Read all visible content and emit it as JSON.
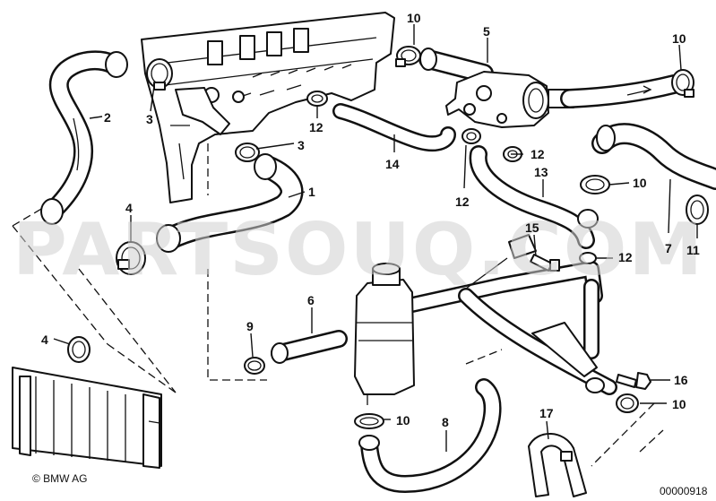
{
  "watermark": "PARTSOUQ.COM",
  "copyright": "© BMW AG",
  "diagram_number": "00000918",
  "callouts": [
    {
      "id": "c-10-top",
      "label": "10"
    },
    {
      "id": "c-5",
      "label": "5"
    },
    {
      "id": "c-10-right-top",
      "label": "10"
    },
    {
      "id": "c-2",
      "label": "2"
    },
    {
      "id": "c-3-upper",
      "label": "3"
    },
    {
      "id": "c-3-lower",
      "label": "3"
    },
    {
      "id": "c-12-a",
      "label": "12"
    },
    {
      "id": "c-14",
      "label": "14"
    },
    {
      "id": "c-12-b",
      "label": "12"
    },
    {
      "id": "c-13",
      "label": "13"
    },
    {
      "id": "c-12-c",
      "label": "12"
    },
    {
      "id": "c-10-mid",
      "label": "10"
    },
    {
      "id": "c-1",
      "label": "1"
    },
    {
      "id": "c-4-upper",
      "label": "4"
    },
    {
      "id": "c-15",
      "label": "15"
    },
    {
      "id": "c-12-d",
      "label": "12"
    },
    {
      "id": "c-7",
      "label": "7"
    },
    {
      "id": "c-11",
      "label": "11"
    },
    {
      "id": "c-6",
      "label": "6"
    },
    {
      "id": "c-9",
      "label": "9"
    },
    {
      "id": "c-4-lower",
      "label": "4"
    },
    {
      "id": "c-16",
      "label": "16"
    },
    {
      "id": "c-10-low",
      "label": "10"
    },
    {
      "id": "c-10-bottom",
      "label": "10"
    },
    {
      "id": "c-8",
      "label": "8"
    },
    {
      "id": "c-17",
      "label": "17"
    }
  ]
}
